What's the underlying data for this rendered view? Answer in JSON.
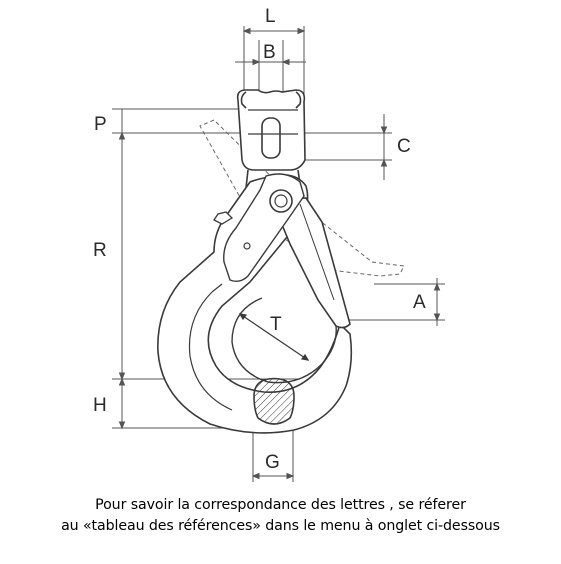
{
  "diagram": {
    "labels": {
      "L": "L",
      "B": "B",
      "P": "P",
      "C": "C",
      "R": "R",
      "A": "A",
      "T": "T",
      "H": "H",
      "G": "G"
    },
    "colors": {
      "line": "#3a3a3a",
      "dim": "#555555",
      "background": "#ffffff"
    }
  },
  "caption": {
    "line1": "Pour savoir la correspondance des lettres , se réferer",
    "line2": "au «tableau des références» dans le menu à onglet ci-dessous"
  }
}
